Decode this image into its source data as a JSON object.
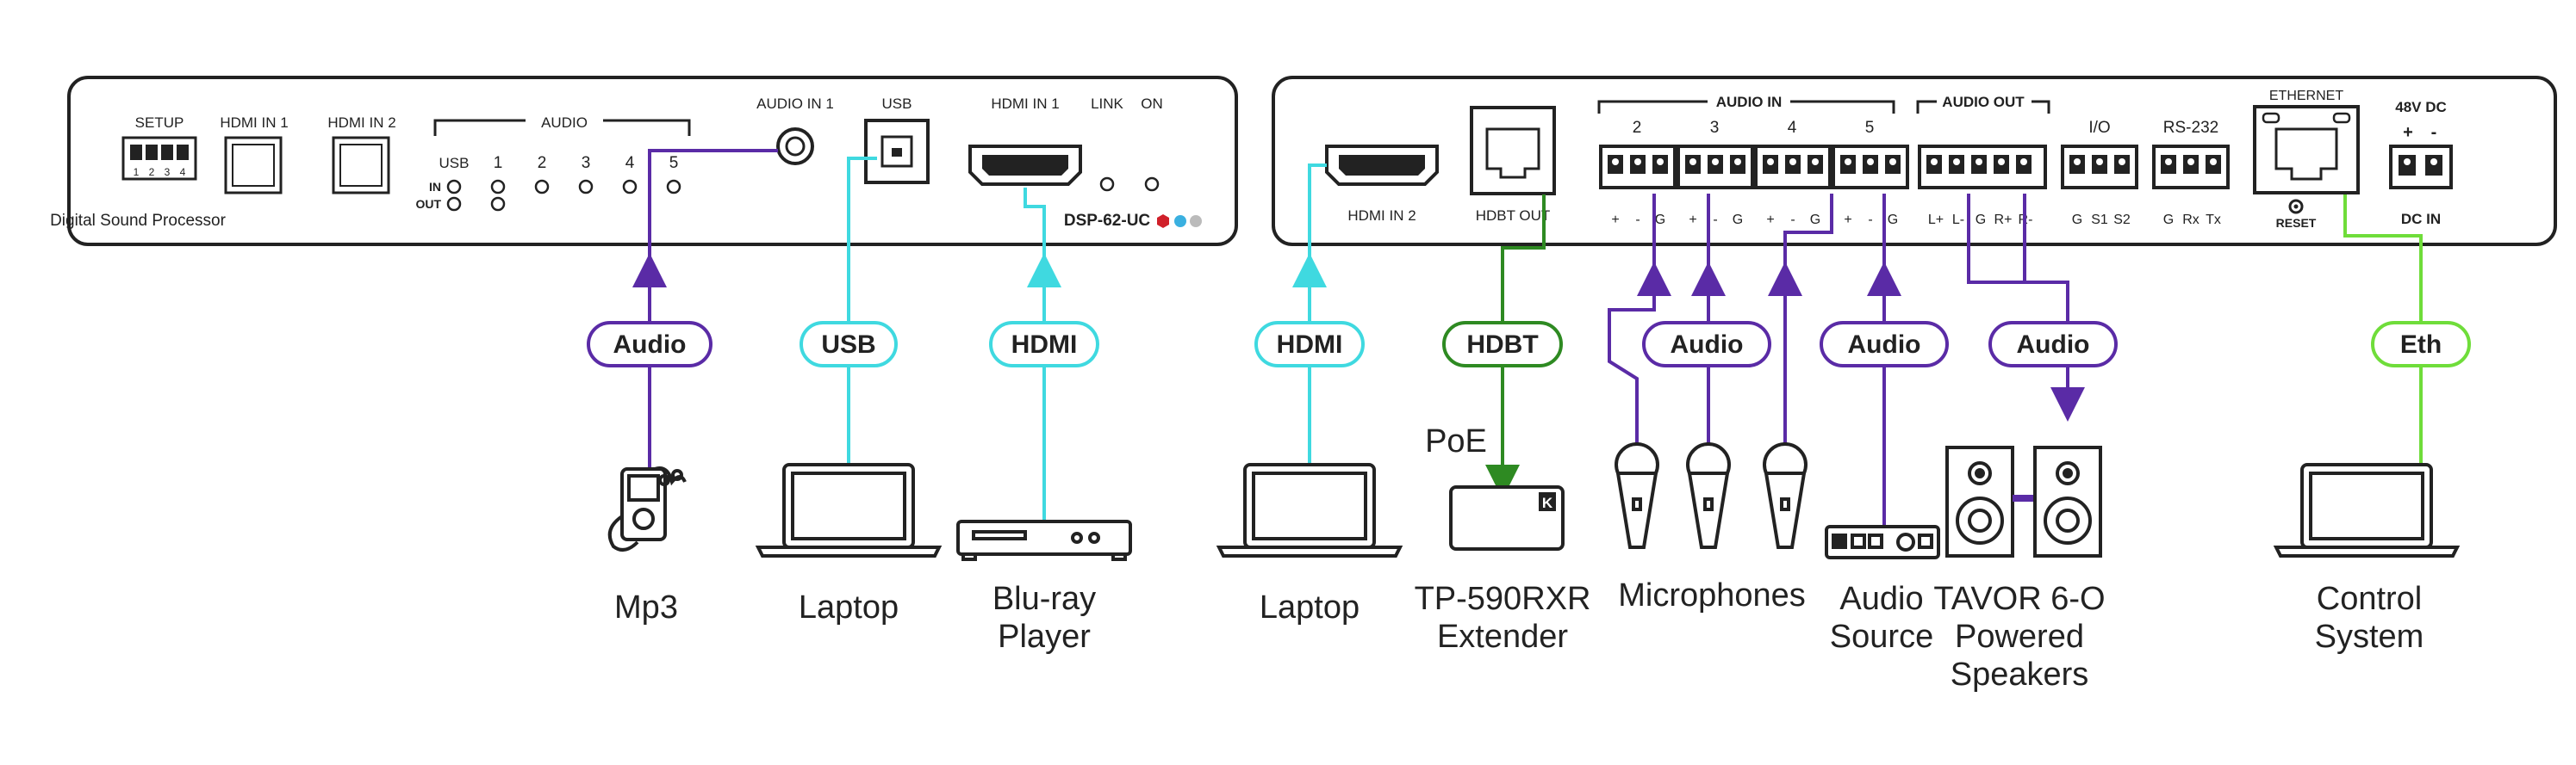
{
  "colors": {
    "audio": "#5a2ba6",
    "usb_hdmi": "#3fd9e0",
    "hdbt": "#2e8a22",
    "eth": "#6fdd3a",
    "panel_stroke": "#222222",
    "led_red": "#d0202a",
    "led_blue": "#3ab0e0",
    "led_gray": "#bbbbbb"
  },
  "front_panel": {
    "setup": "SETUP",
    "dip_numbers": [
      "1",
      "2",
      "3",
      "4"
    ],
    "hdmi_in_1": "HDMI IN 1",
    "hdmi_in_2": "HDMI IN 2",
    "audio": "AUDIO",
    "usb": "USB",
    "in": "IN",
    "out": "OUT",
    "audio_channels": [
      "1",
      "2",
      "3",
      "4",
      "5"
    ],
    "audio_in_1": "AUDIO IN 1",
    "usb_port": "USB",
    "hdmi_in_1_port": "HDMI IN 1",
    "link": "LINK",
    "on": "ON",
    "model": "DSP-62-UC",
    "device_name": "Digital Sound Processor"
  },
  "rear_panel": {
    "hdmi_in_2": "HDMI IN 2",
    "hdbt_out": "HDBT OUT",
    "audio_in": "AUDIO IN",
    "audio_in_channels": [
      "2",
      "3",
      "4",
      "5"
    ],
    "audio_in_pins": [
      "+",
      "-",
      "G",
      "+",
      "-",
      "G",
      "+",
      "-",
      "G",
      "+",
      "-",
      "G"
    ],
    "audio_out": "AUDIO OUT",
    "audio_out_pins": [
      "L+",
      "L-",
      "G",
      "R+",
      "R-"
    ],
    "io": "I/O",
    "io_pins": [
      "G",
      "S1",
      "S2"
    ],
    "rs232": "RS-232",
    "rs232_pins": [
      "G",
      "Rx",
      "Tx"
    ],
    "ethernet": "ETHERNET",
    "reset": "RESET",
    "power": "48V DC",
    "power_plus": "+",
    "power_minus": "-",
    "dc_in": "DC IN"
  },
  "connections": {
    "audio_1": "Audio",
    "usb": "USB",
    "hdmi_1": "HDMI",
    "hdmi_2": "HDMI",
    "hdbt": "HDBT",
    "poe": "PoE",
    "audio_mics": "Audio",
    "audio_source": "Audio",
    "audio_out": "Audio",
    "eth": "Eth"
  },
  "devices": {
    "mp3": "Mp3",
    "laptop_1": "Laptop",
    "bluray_line1": "Blu-ray",
    "bluray_line2": "Player",
    "laptop_2": "Laptop",
    "extender_line1": "TP-590RXR",
    "extender_line2": "Extender",
    "microphones": "Microphones",
    "audio_source_line1": "Audio",
    "audio_source_line2": "Source",
    "speakers_line1": "TAVOR 6-O",
    "speakers_line2": "Powered",
    "speakers_line3": "Speakers",
    "control_line1": "Control",
    "control_line2": "System"
  },
  "brand_mark": "K"
}
